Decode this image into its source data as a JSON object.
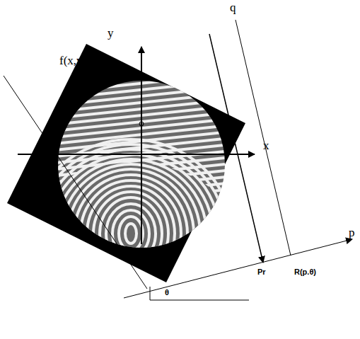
{
  "diagram": {
    "labels": [
      "q",
      "y",
      "f(x,y)",
      "x",
      "p",
      "Pr",
      "R(p.θ)",
      "θ"
    ]
  }
}
